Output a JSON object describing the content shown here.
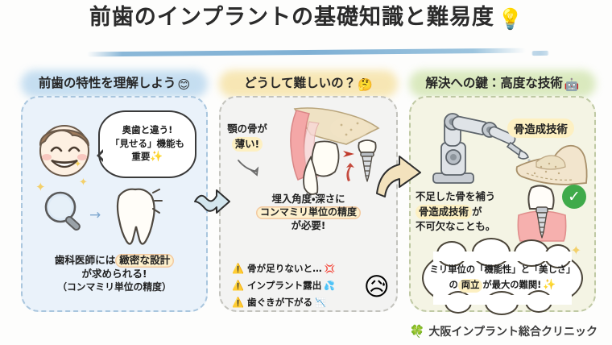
{
  "header": {
    "title": "前歯のインプラントの基礎知識と難易度",
    "title_icon": "💡",
    "icon_name": "lightbulb-icon",
    "underline_color": "#8bb8d8"
  },
  "panels": [
    {
      "id": "panel-1",
      "heading": "前歯の特性を理解しよう",
      "heading_emoji": "😊",
      "heading_icon_name": "smiling-face-icon",
      "band_color": "#bcd9ef",
      "body_color": "#eaf2fa",
      "border_color": "#a9c6de",
      "speech_bubble": {
        "line1": "奥歯と違う!",
        "line2": "「見せる」機能も",
        "line3": "重要",
        "sparkle": "✨"
      },
      "illustration": {
        "face": "smiling-boy-face",
        "magnifier": "magnifying-glass",
        "tooth": "front-tooth",
        "arrow": "→"
      },
      "caption": {
        "line1_pre": "歯科医師には",
        "line1_hl": "緻密な設計",
        "line2": "が求められる!",
        "line3": "（コンマミリ単位の精度）"
      }
    },
    {
      "id": "panel-2",
      "heading": "どうして難しいの？",
      "heading_emoji": "🤔",
      "heading_icon_name": "thinking-face-icon",
      "band_color": "#f6e3a8",
      "body_color": "#f3f3f2",
      "border_color": "#c3c3bd",
      "bone_label": {
        "line1": "顎の骨が",
        "line2_hl": "薄い!"
      },
      "precision_text": {
        "line1": "埋入角度・深さに",
        "line2_hl": "コンマミリ単位の精度",
        "line3": "が必要!"
      },
      "warnings": [
        {
          "icon": "⚠️",
          "icon_name": "warning-icon",
          "text": "骨が足りないと…",
          "tail": "💢"
        },
        {
          "icon": "⚠️",
          "icon_name": "warning-icon",
          "text": "インプラント露出",
          "tail": "💦"
        },
        {
          "icon": "⚠️",
          "icon_name": "warning-icon",
          "text": "歯ぐきが下がる",
          "tail": "📉"
        }
      ],
      "reaction_emoji": "😥",
      "reaction_icon_name": "sad-sweating-face-icon",
      "illustration": "jawbone-cross-section-with-implant-screw"
    },
    {
      "id": "panel-3",
      "heading": "解決への鍵：高度な技術",
      "heading_emoji": "🤖",
      "heading_icon_name": "robot-face-icon",
      "band_color": "#d4e6b4",
      "body_color": "#f4f4e4",
      "border_color": "#bfc9a4",
      "tech_label": "骨造成技術",
      "illustration": "robotic-arm-grafting-jawbone",
      "result_text": {
        "line1": "不足した骨を補う",
        "line2_hl": "骨造成技術",
        "line2_post": "が",
        "line3": "不可欠なことも。"
      },
      "check_icon": "✓",
      "check_icon_name": "green-check-icon",
      "check_color": "#3faa4a",
      "implant_illustration": "implant-in-gum",
      "cloud_callout": {
        "line1": "ミリ単位の「機能性」と「美しさ」",
        "line2_pre": "の",
        "line2_hl": "両立",
        "line2_post": "が最大の難関!",
        "sparkle": "✨"
      }
    }
  ],
  "arrows": [
    {
      "name": "wave-arrow-1-to-2",
      "color": "#cfe4ec",
      "style": "wavy"
    },
    {
      "name": "curve-arrow-2-to-3",
      "color": "#f0dfbb",
      "style": "curved"
    }
  ],
  "footer": {
    "clinic_name": "大阪インプラント総合クリニック",
    "logo_icon": "🍀",
    "logo_icon_name": "clover-logo-icon",
    "logo_color": "#4aa845"
  }
}
